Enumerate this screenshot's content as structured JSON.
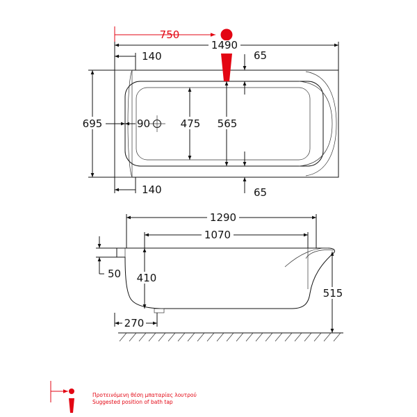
{
  "colors": {
    "line": "#111111",
    "accent": "#e30613"
  },
  "top_view": {
    "tap_offset": "750",
    "overall_length": "1490",
    "left_rim_top": "140",
    "left_rim_bottom": "140",
    "right_rim_top": "65",
    "right_rim_bottom": "65",
    "overall_width": "695",
    "drain_offset": "90",
    "inner_width": "475",
    "basin_width": "565"
  },
  "side_view": {
    "top_length": "1290",
    "inner_length": "1070",
    "rim_thickness": "50",
    "depth": "410",
    "overall_height": "515",
    "base_offset": "270"
  },
  "legend": {
    "greek": "Προτεινόμενη θέση μπαταρίας λουτρού",
    "english": "Suggested position of bath tap"
  }
}
